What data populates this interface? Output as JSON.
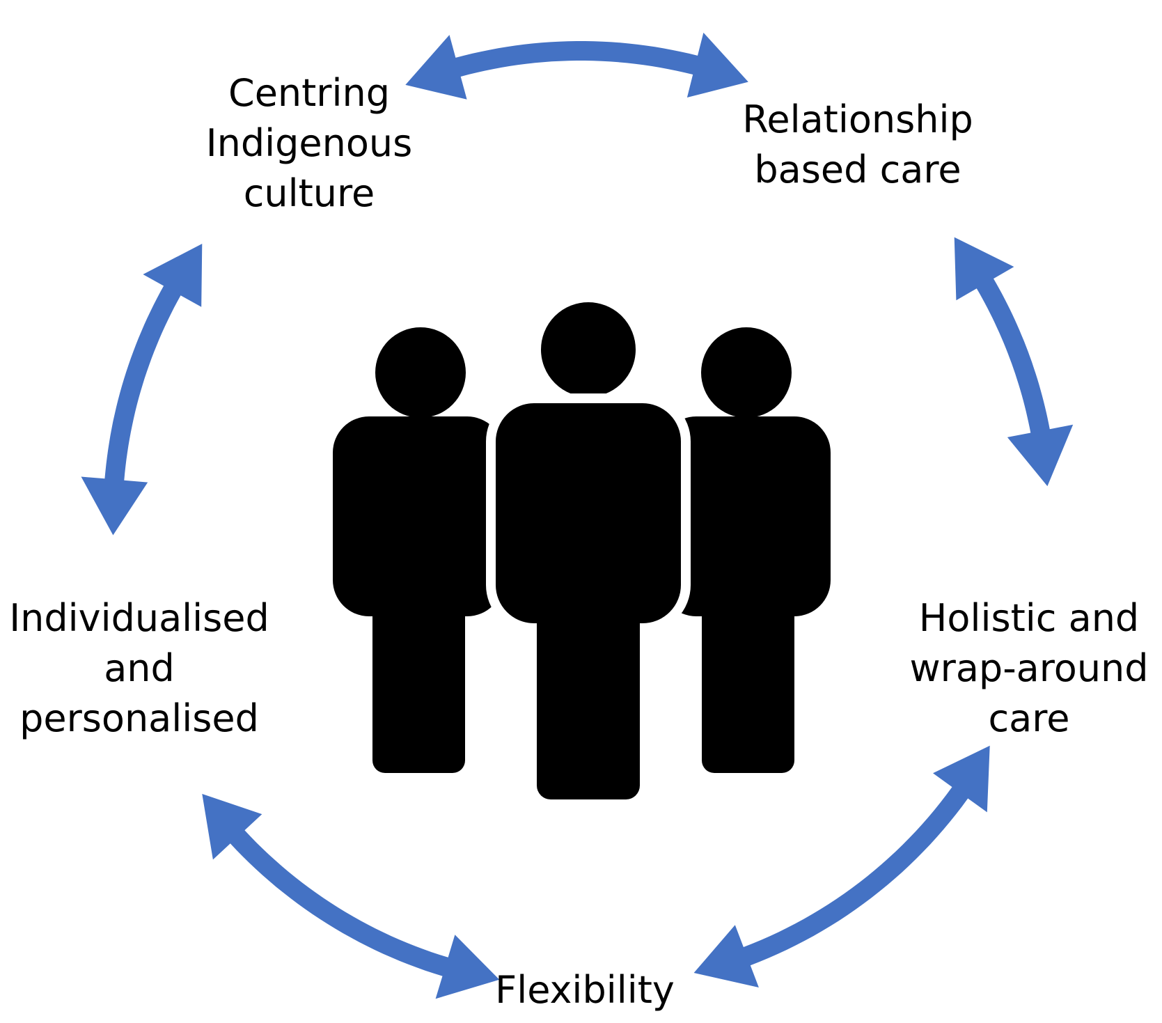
{
  "colors": {
    "arrow": "#4472c4",
    "people": "#000000",
    "background": "#ffffff"
  },
  "center_icon": "people-group-icon",
  "nodes": [
    {
      "id": "centring-indigenous-culture",
      "lines": [
        "Centring",
        "Indigenous",
        "culture"
      ]
    },
    {
      "id": "relationship-based-care",
      "lines": [
        "Relationship",
        "based care"
      ]
    },
    {
      "id": "holistic-and-wrap-around-care",
      "lines": [
        "Holistic and",
        "wrap-around",
        "care"
      ]
    },
    {
      "id": "flexibility",
      "lines": [
        "Flexibility"
      ]
    },
    {
      "id": "individualised-and-personalised",
      "lines": [
        "Individualised",
        "and",
        "personalised"
      ]
    }
  ],
  "connections": [
    {
      "from": "centring-indigenous-culture",
      "to": "relationship-based-care",
      "type": "double-arrow"
    },
    {
      "from": "relationship-based-care",
      "to": "holistic-and-wrap-around-care",
      "type": "double-arrow"
    },
    {
      "from": "holistic-and-wrap-around-care",
      "to": "flexibility",
      "type": "double-arrow"
    },
    {
      "from": "flexibility",
      "to": "individualised-and-personalised",
      "type": "double-arrow"
    },
    {
      "from": "individualised-and-personalised",
      "to": "centring-indigenous-culture",
      "type": "double-arrow"
    }
  ]
}
